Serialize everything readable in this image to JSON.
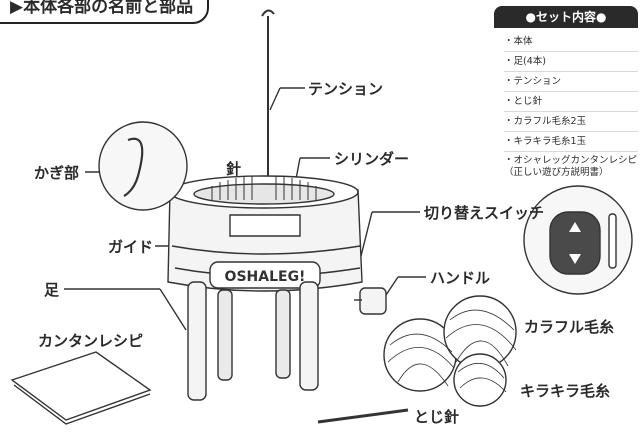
{
  "header": {
    "title": "▶本体各部の名前と部品"
  },
  "set_contents": {
    "title": "●セット内容●",
    "items": [
      "・本体",
      "・足(4本)",
      "・テンション",
      "・とじ針",
      "・カラフル毛糸2玉",
      "・キラキラ毛糸1玉",
      "・オシャレッグカンタンレシピ（正しい遊び方説明書）"
    ]
  },
  "labels": {
    "tension": "テンション",
    "hook": "かぎ部",
    "needle": "針",
    "cylinder": "シリンダー",
    "switch": "切り替えスイッチ",
    "guide": "ガイド",
    "leg": "足",
    "handle": "ハンドル",
    "recipe": "カンタンレシピ",
    "colorful_yarn": "カラフル毛糸",
    "glitter_yarn": "キラキラ毛糸",
    "darning_needle": "とじ針"
  },
  "logo_text": "OSHALEG!",
  "colors": {
    "line": "#333333",
    "body_fill": "#f4f4f4",
    "accent": "#2a2a2a",
    "switch_fill": "#4a4a4a"
  },
  "icons": [
    "up-arrow-icon",
    "down-arrow-icon"
  ]
}
